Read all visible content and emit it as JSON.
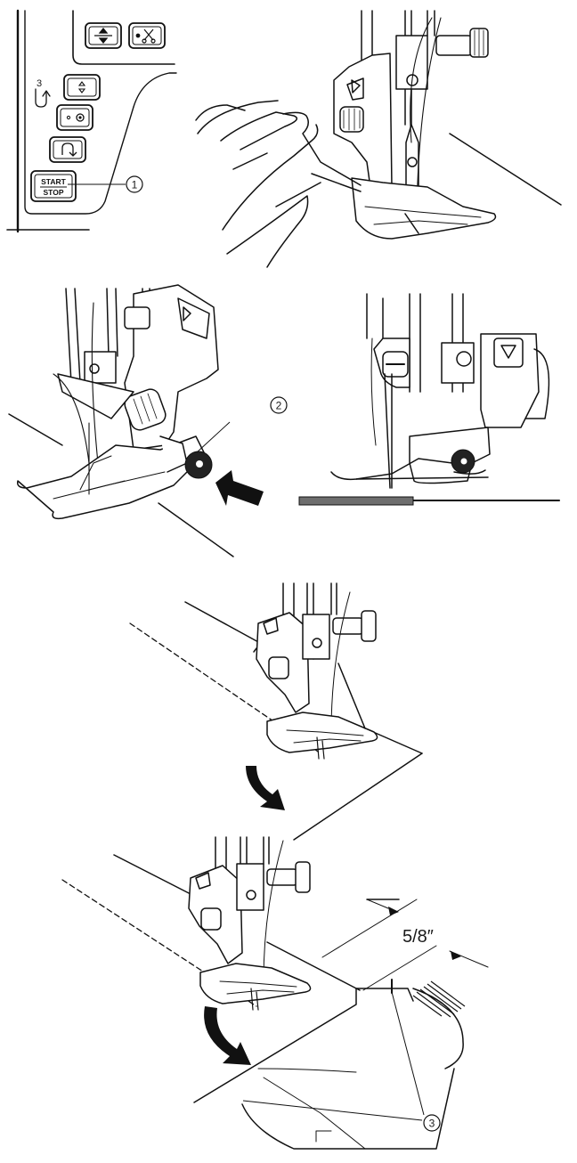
{
  "panel": {
    "reverse_number": "3",
    "start_stop_top": "START",
    "start_stop_bottom": "STOP"
  },
  "callouts": {
    "c1": "1",
    "c2": "2",
    "c3": "3"
  },
  "measurement": {
    "seam_allowance": "5/8″"
  },
  "icons": {
    "up_down_position": "up-down-arrows-icon",
    "thread_cutter": "scissors-icon",
    "needle_up_down": "needle-up-down-icon",
    "auto_lock": "dot-circle-icon",
    "reverse": "reverse-stitch-icon"
  }
}
